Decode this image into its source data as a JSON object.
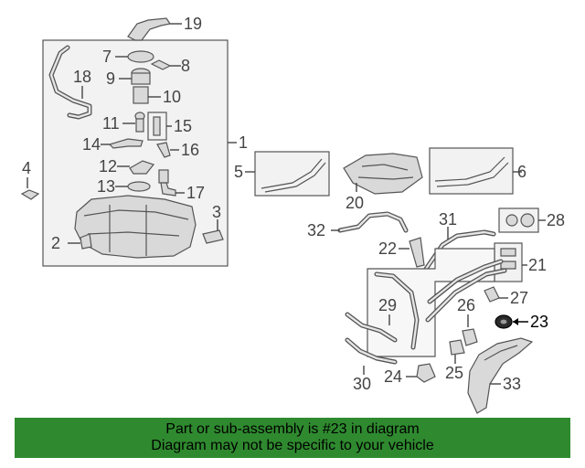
{
  "labels": {
    "p1": "1",
    "p2": "2",
    "p3": "3",
    "p4": "4",
    "p5": "5",
    "p6": "6",
    "p7": "7",
    "p8": "8",
    "p9": "9",
    "p10": "10",
    "p11": "11",
    "p12": "12",
    "p13": "13",
    "p14": "14",
    "p15": "15",
    "p16": "16",
    "p17": "17",
    "p18": "18",
    "p19": "19",
    "p20": "20",
    "p21": "21",
    "p22": "22",
    "p23": "23",
    "p24": "24",
    "p25": "25",
    "p26": "26",
    "p27": "27",
    "p28": "28",
    "p29": "29",
    "p30": "30",
    "p31": "31",
    "p32": "32",
    "p33": "33"
  },
  "highlighted_part": "23",
  "banner": {
    "line1": "Part or sub-assembly is #23 in diagram",
    "line2": "Diagram may not be specific to your vehicle",
    "background": "#2f8a2f"
  }
}
